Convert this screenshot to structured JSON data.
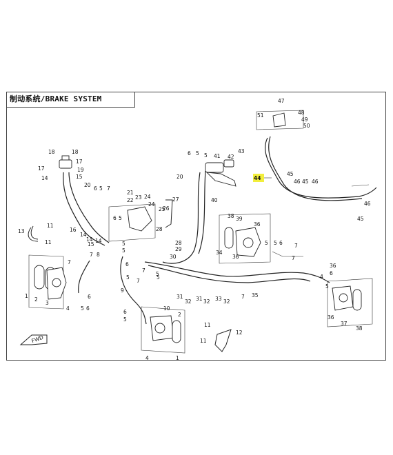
{
  "title": "制动系统/BRAKE SYSTEM",
  "highlight_color": "#f2ee3c",
  "fwd_label": "FWD",
  "highlighted_part": "44",
  "callouts": {
    "c1": "1",
    "c2": "2",
    "c3": "3",
    "c4": "4",
    "c5": "5",
    "c6": "6",
    "c7": "7",
    "c8": "8",
    "c9": "9",
    "c10": "10",
    "c11": "11",
    "c12": "12",
    "c13": "13",
    "c14": "14",
    "c15": "15",
    "c16": "16",
    "c17": "17",
    "c18": "18",
    "c19": "19",
    "c20": "20",
    "c21": "21",
    "c22": "22",
    "c23": "23",
    "c24": "24",
    "c25": "25",
    "c26": "26",
    "c27": "27",
    "c28": "28",
    "c29": "29",
    "c30": "30",
    "c31": "31",
    "c32": "32",
    "c33": "33",
    "c34": "34",
    "c35": "35",
    "c36": "36",
    "c37": "37",
    "c38": "38",
    "c39": "39",
    "c40": "40",
    "c41": "41",
    "c42": "42",
    "c43": "43",
    "c44": "44",
    "c45": "45",
    "c46": "46",
    "c47": "47",
    "c48": "48",
    "c49": "49",
    "c50": "50",
    "c51": "51"
  }
}
